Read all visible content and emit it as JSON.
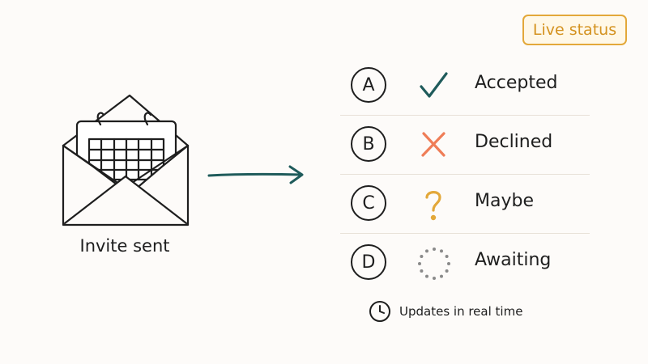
{
  "badge": {
    "label": "Live status"
  },
  "invite": {
    "label": "Invite sent"
  },
  "statuses": [
    {
      "letter": "A",
      "label": "Accepted",
      "icon": "check-icon",
      "color": "#1f5b5b"
    },
    {
      "letter": "B",
      "label": "Declined",
      "icon": "cross-icon",
      "color": "#ef7d57"
    },
    {
      "letter": "C",
      "label": "Maybe",
      "icon": "question-icon",
      "color": "#e3a83a"
    },
    {
      "letter": "D",
      "label": "Awaiting",
      "icon": "pending-dots-icon",
      "color": "#8a8a8a"
    }
  ],
  "footer": {
    "text": "Updates in real time",
    "icon": "clock-icon"
  },
  "colors": {
    "accent": "#1f5b5b",
    "badge": "#e3a83a",
    "rule": "#e8e1d8"
  }
}
